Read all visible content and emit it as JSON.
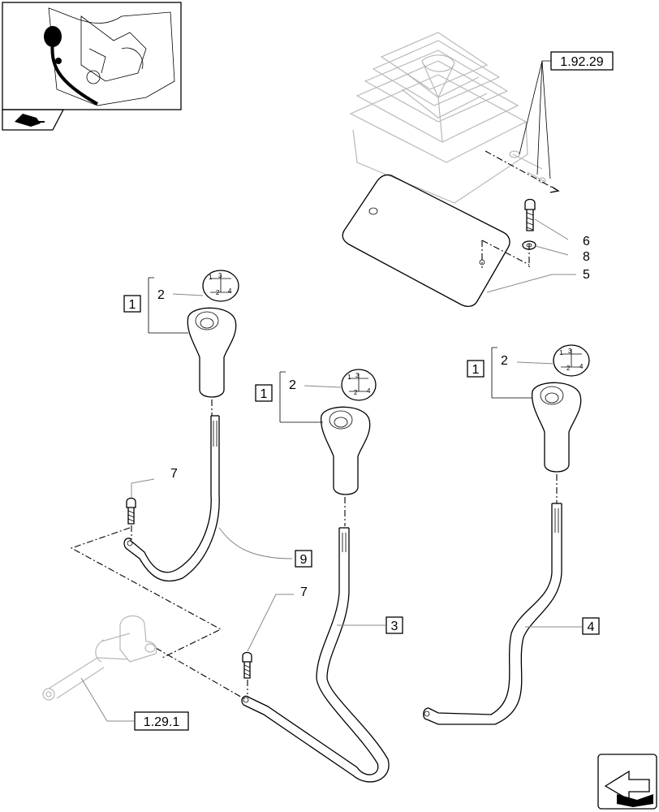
{
  "refs": {
    "ref_1_92_29": "1.92.29",
    "ref_1_29_1": "1.29.1"
  },
  "callouts": {
    "c1a": "1",
    "c2a": "2",
    "c1b": "1",
    "c2b": "2",
    "c1c": "1",
    "c2c": "2",
    "c3": "3",
    "c4": "4",
    "c5": "5",
    "c6": "6",
    "c7a": "7",
    "c7b": "7",
    "c8": "8",
    "c9": "9"
  },
  "knob_pattern": {
    "n1": "1",
    "n3": "3",
    "n2": "2",
    "n4": "4"
  }
}
